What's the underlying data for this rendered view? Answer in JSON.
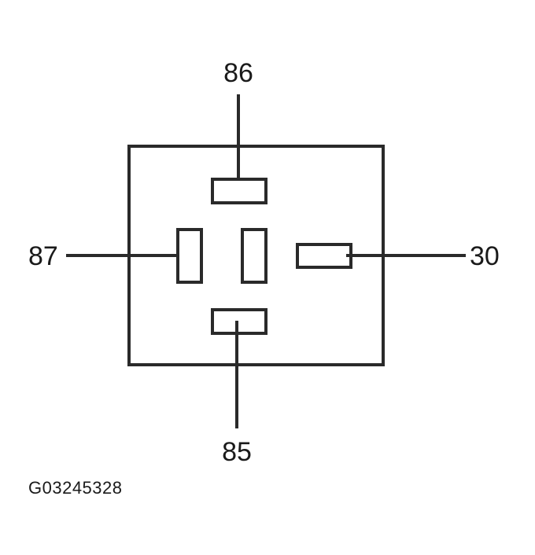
{
  "pins": {
    "top": "86",
    "left": "87",
    "right": "30",
    "bottom": "85"
  },
  "figure_id": "G03245328"
}
